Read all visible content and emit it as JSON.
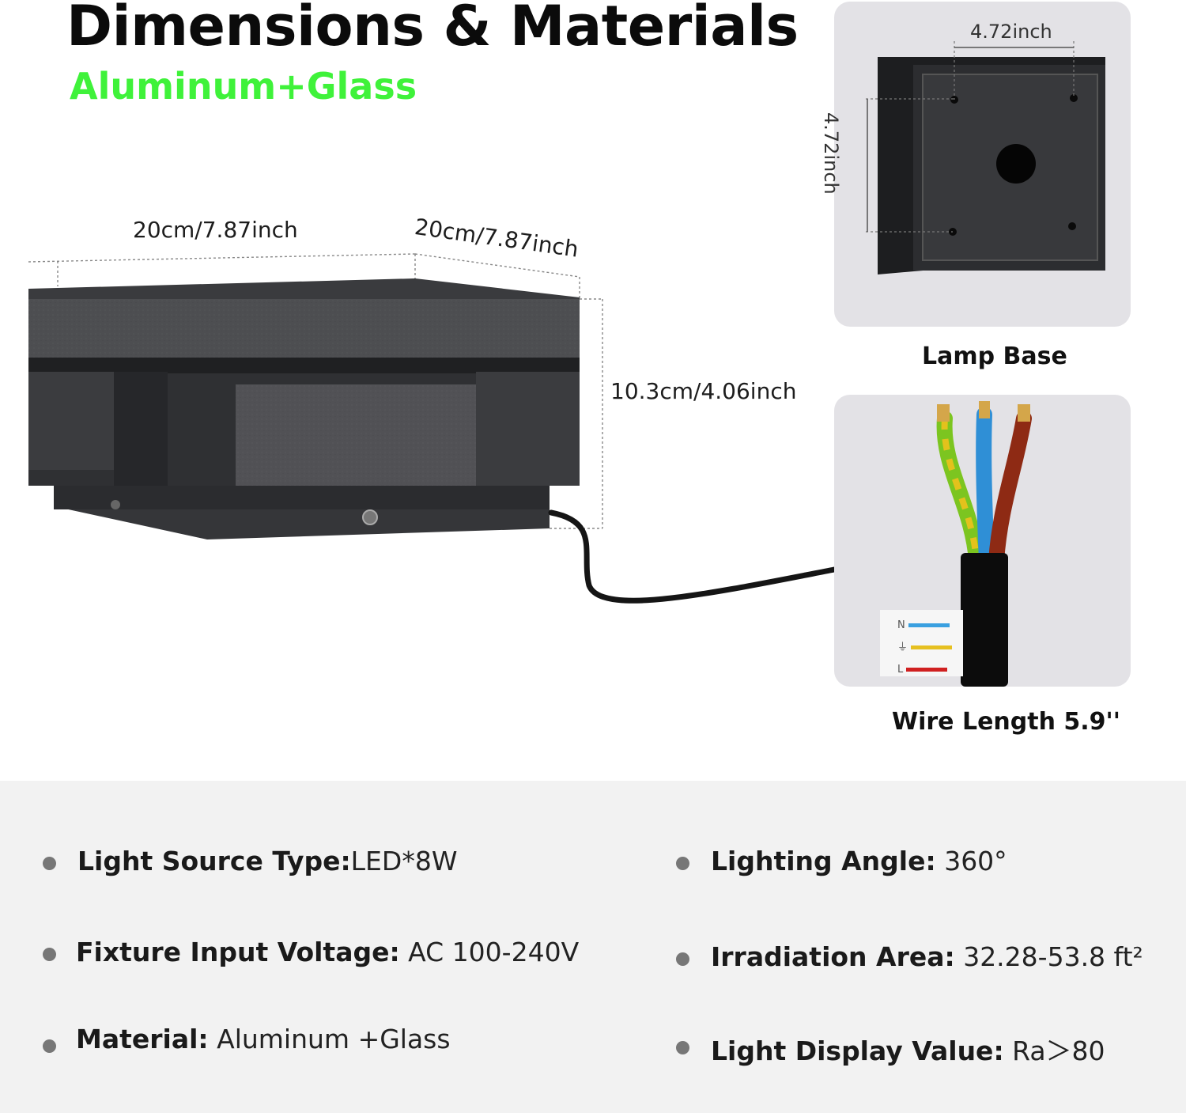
{
  "header": {
    "title": "Dimensions & Materials",
    "subtitle": "Aluminum+Glass",
    "subtitle_color": "#3ff23a"
  },
  "dimensions": {
    "width": "20cm/7.87inch",
    "depth": "20cm/7.87inch",
    "height": "10.3cm/4.06inch"
  },
  "lamp_base": {
    "caption": "Lamp Base",
    "width_label": "4.72inch",
    "height_label": "4.72inch"
  },
  "wire": {
    "caption": "Wire Length 5.9''",
    "labels": [
      "N",
      "⏚",
      "L"
    ],
    "wire_colors": [
      "#3aa0e0",
      "#e6c020",
      "#d02020"
    ]
  },
  "specs": [
    {
      "label": "Light Source Type:",
      "value": "LED*8W"
    },
    {
      "label": "Lighting Angle:",
      "value": " 360°"
    },
    {
      "label": "Fixture Input Voltage:",
      "value": " AC 100-240V"
    },
    {
      "label": "Irradiation Area:",
      "value": " 32.28-53.8 ft²"
    },
    {
      "label": "Material:",
      "value": " Aluminum +Glass"
    },
    {
      "label": "Light Display Value:",
      "value": " Ra＞80"
    }
  ]
}
